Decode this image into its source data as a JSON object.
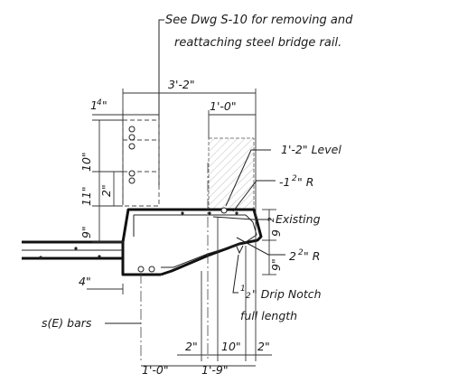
{
  "notes": {
    "see_dwg_line1": "See Dwg S-10 for removing and",
    "see_dwg_line2": "reattaching steel bridge rail."
  },
  "dimensions": {
    "top_overall": "3'-2\"",
    "rail_width": "1'-0\"",
    "offset_quarter": "\"",
    "vert_10": "10\"",
    "vert_11": "11\"",
    "vert_2": "2\"",
    "vert_9_left": "9\"",
    "vert_9_half": "9",
    "vert_9_right": "9\"",
    "horiz_4": "4\"",
    "bottom_2_left": "2\"",
    "bottom_10": "10\"",
    "bottom_2_right": "2\"",
    "bottom_1_0": "1'-0\"",
    "bottom_1_9": "1'-9\""
  },
  "callouts": {
    "level": "1'-2\" Level",
    "radius_1_half": "\" R",
    "existing": "Existing",
    "radius_2_half": "\" R",
    "drip_notch_line1": "\" Drip Notch",
    "drip_notch_line2": "full length",
    "bars": "s(E) bars"
  },
  "fractions": {
    "one_quarter_whole": "1",
    "quarter": "4",
    "one_half_whole": "-1",
    "half": "2",
    "two_half_whole": "2",
    "half_numerator": "1",
    "half_denominator": "2"
  }
}
